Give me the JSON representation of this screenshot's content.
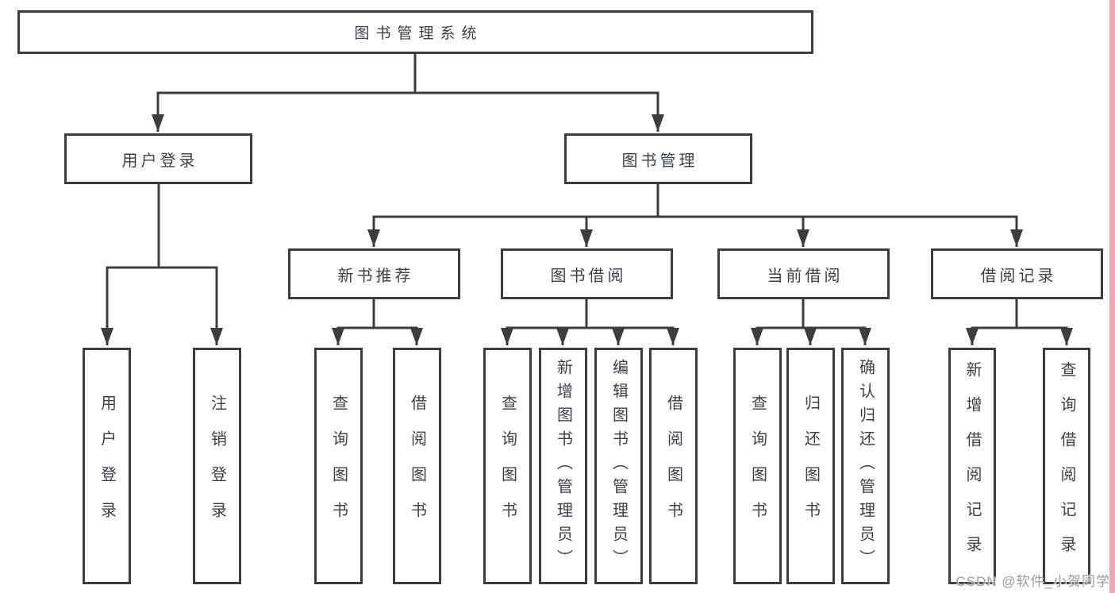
{
  "diagram": {
    "line_color": "#3d3d3d",
    "box_border_color": "#3d3d3d",
    "text_color": "#3a414b",
    "nodes": {
      "root": "图书管理系统",
      "user_login": "用户登录",
      "book_management": "图书管理",
      "new_book_recommend": "新书推荐",
      "book_borrowing": "图书借阅",
      "current_borrowing": "当前借阅",
      "borrowing_records": "借阅记录",
      "leaf_user_login": "用户登录",
      "leaf_logout": "注销登录",
      "leaf_recommend_query_books": "查询图书",
      "leaf_recommend_borrow_books": "借阅图书",
      "leaf_borrowing_query_books": "查询图书",
      "leaf_borrowing_add_books": "新增图书（管理员）",
      "leaf_borrowing_edit_books": "编辑图书（管理员）",
      "leaf_borrowing_borrow_books": "借阅图书",
      "leaf_current_query_books": "查询图书",
      "leaf_current_return_books": "归还图书",
      "leaf_current_confirm_return": "确认归还（管理员）",
      "leaf_records_add_record": "新增借阅记录",
      "leaf_records_query_record": "查询借阅记录"
    },
    "hierarchy": [
      {
        "parent": "图书管理系统",
        "children": [
          "用户登录",
          "图书管理"
        ]
      },
      {
        "parent": "用户登录",
        "children": [
          "用户登录",
          "注销登录"
        ]
      },
      {
        "parent": "图书管理",
        "children": [
          "新书推荐",
          "图书借阅",
          "当前借阅",
          "借阅记录"
        ]
      },
      {
        "parent": "新书推荐",
        "children": [
          "查询图书",
          "借阅图书"
        ]
      },
      {
        "parent": "图书借阅",
        "children": [
          "查询图书",
          "新增图书（管理员）",
          "编辑图书（管理员）",
          "借阅图书"
        ]
      },
      {
        "parent": "当前借阅",
        "children": [
          "查询图书",
          "归还图书",
          "确认归还（管理员）"
        ]
      },
      {
        "parent": "借阅记录",
        "children": [
          "新增借阅记录",
          "查询借阅记录"
        ]
      }
    ]
  },
  "watermark": {
    "text": "CSDN @软件_小贺同学",
    "color": "#9b9b9b"
  },
  "accent_strip_color": "#ecabab"
}
